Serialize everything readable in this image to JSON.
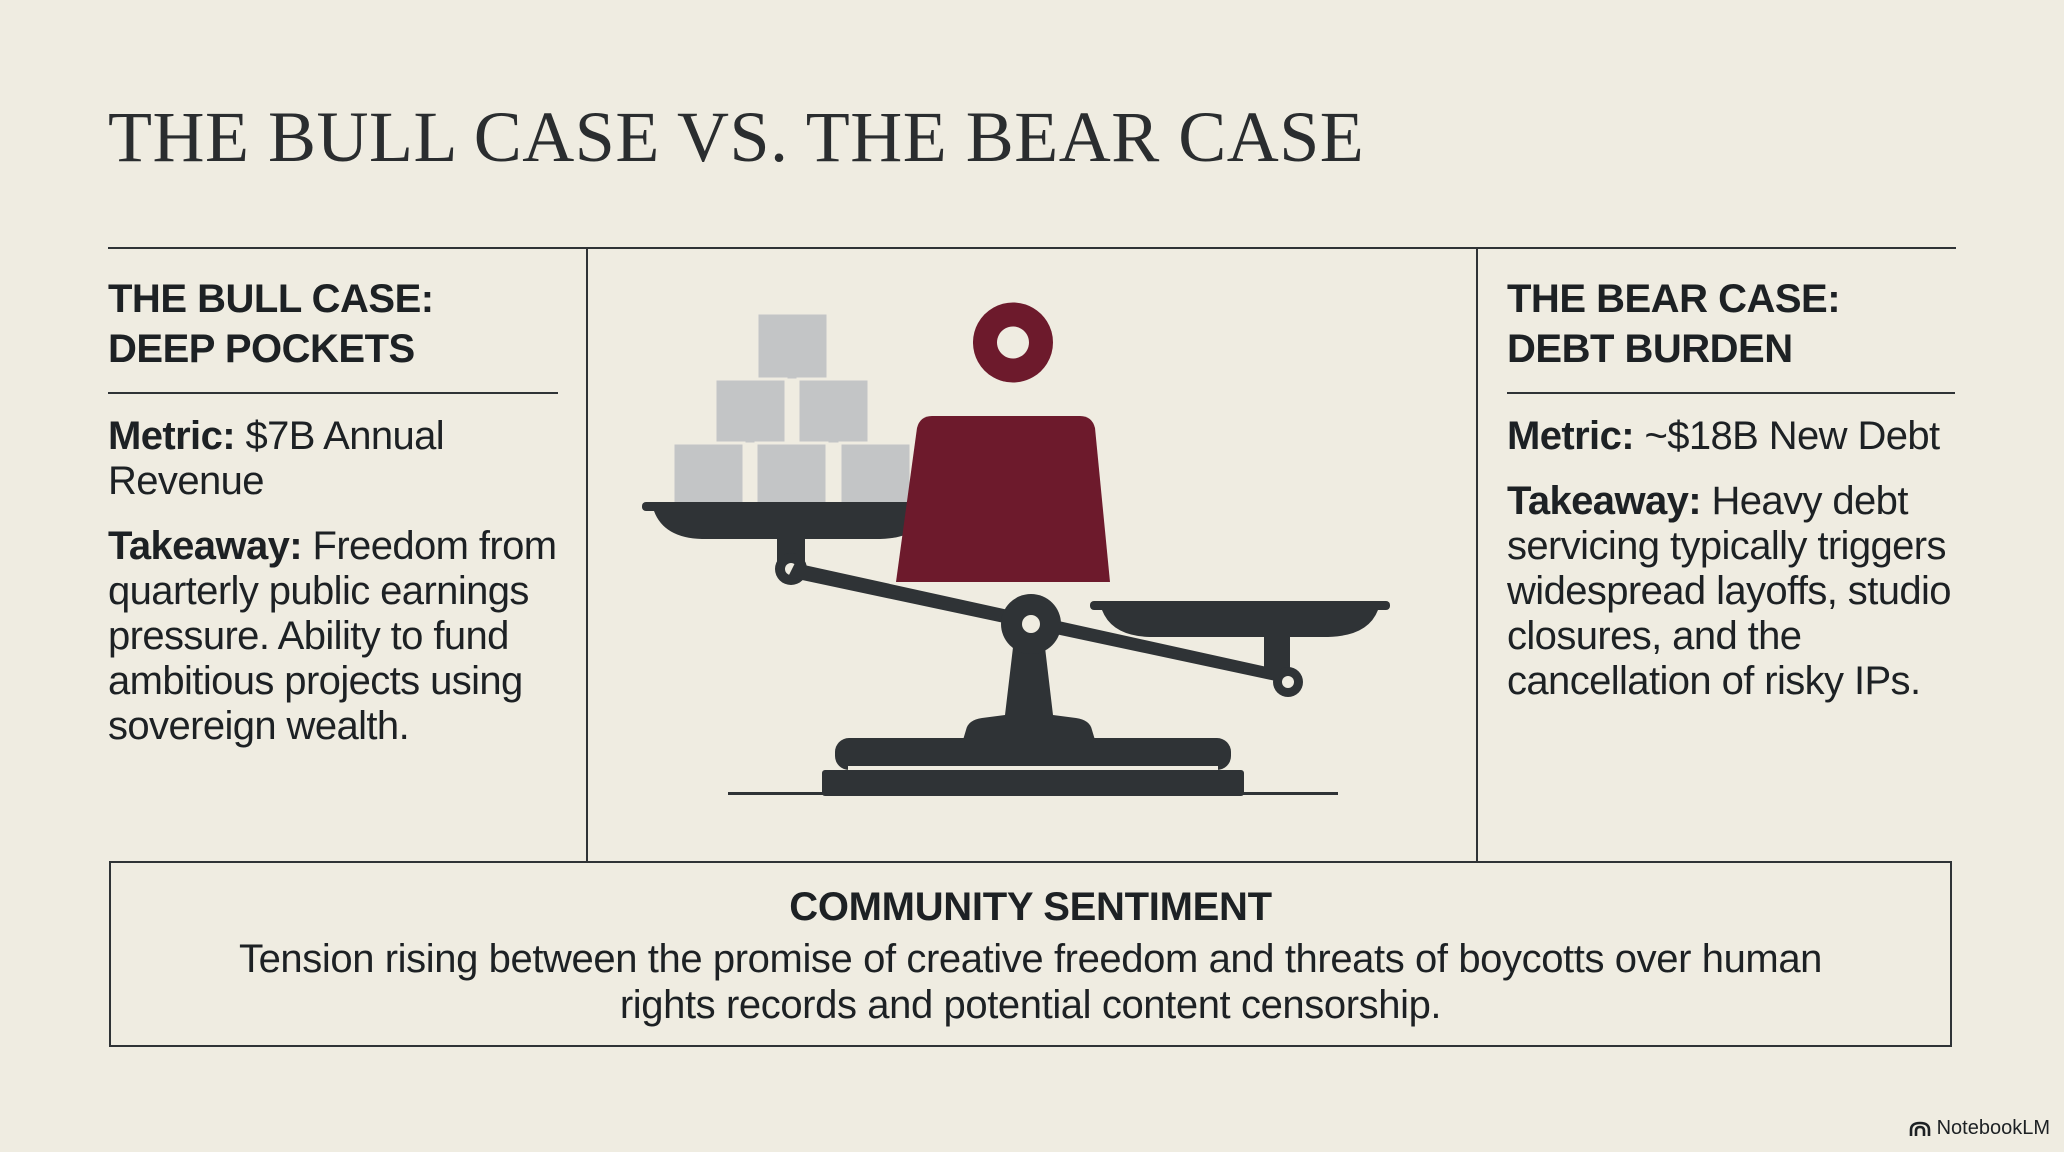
{
  "title": "THE BULL CASE VS. THE BEAR CASE",
  "bull": {
    "heading_line1": "THE BULL CASE:",
    "heading_line2": "DEEP POCKETS",
    "metric_label": "Metric:",
    "metric_value": "$7B Annual Revenue",
    "takeaway_label": "Takeaway:",
    "takeaway_text": "Freedom from quarterly public earnings pressure. Ability to fund ambitious projects using sovereign wealth."
  },
  "bear": {
    "heading_line1": "THE BEAR CASE:",
    "heading_line2": "DEBT BURDEN",
    "metric_label": "Metric:",
    "metric_value": "~$18B New Debt",
    "takeaway_label": "Takeaway:",
    "takeaway_text": "Heavy debt servicing typically triggers widespread layoffs, studio closures, and the cancellation of risky IPs."
  },
  "sentiment": {
    "heading": "COMMUNITY SENTIMENT",
    "text": "Tension rising between the promise of creative freedom and threats of boycotts over human rights records and potential content censorship."
  },
  "illustration": {
    "icon": "balance-scale-icon",
    "left_pan_icon": "stacked-blocks-icon",
    "right_pan_icon": "heavy-weight-icon"
  },
  "branding": {
    "label": "NotebookLM",
    "icon": "notebooklm-logo-icon"
  },
  "colors": {
    "background": "#efece1",
    "ink": "#2f3336",
    "weight": "#6d1a2c",
    "blocks": "#c3c5c6"
  }
}
